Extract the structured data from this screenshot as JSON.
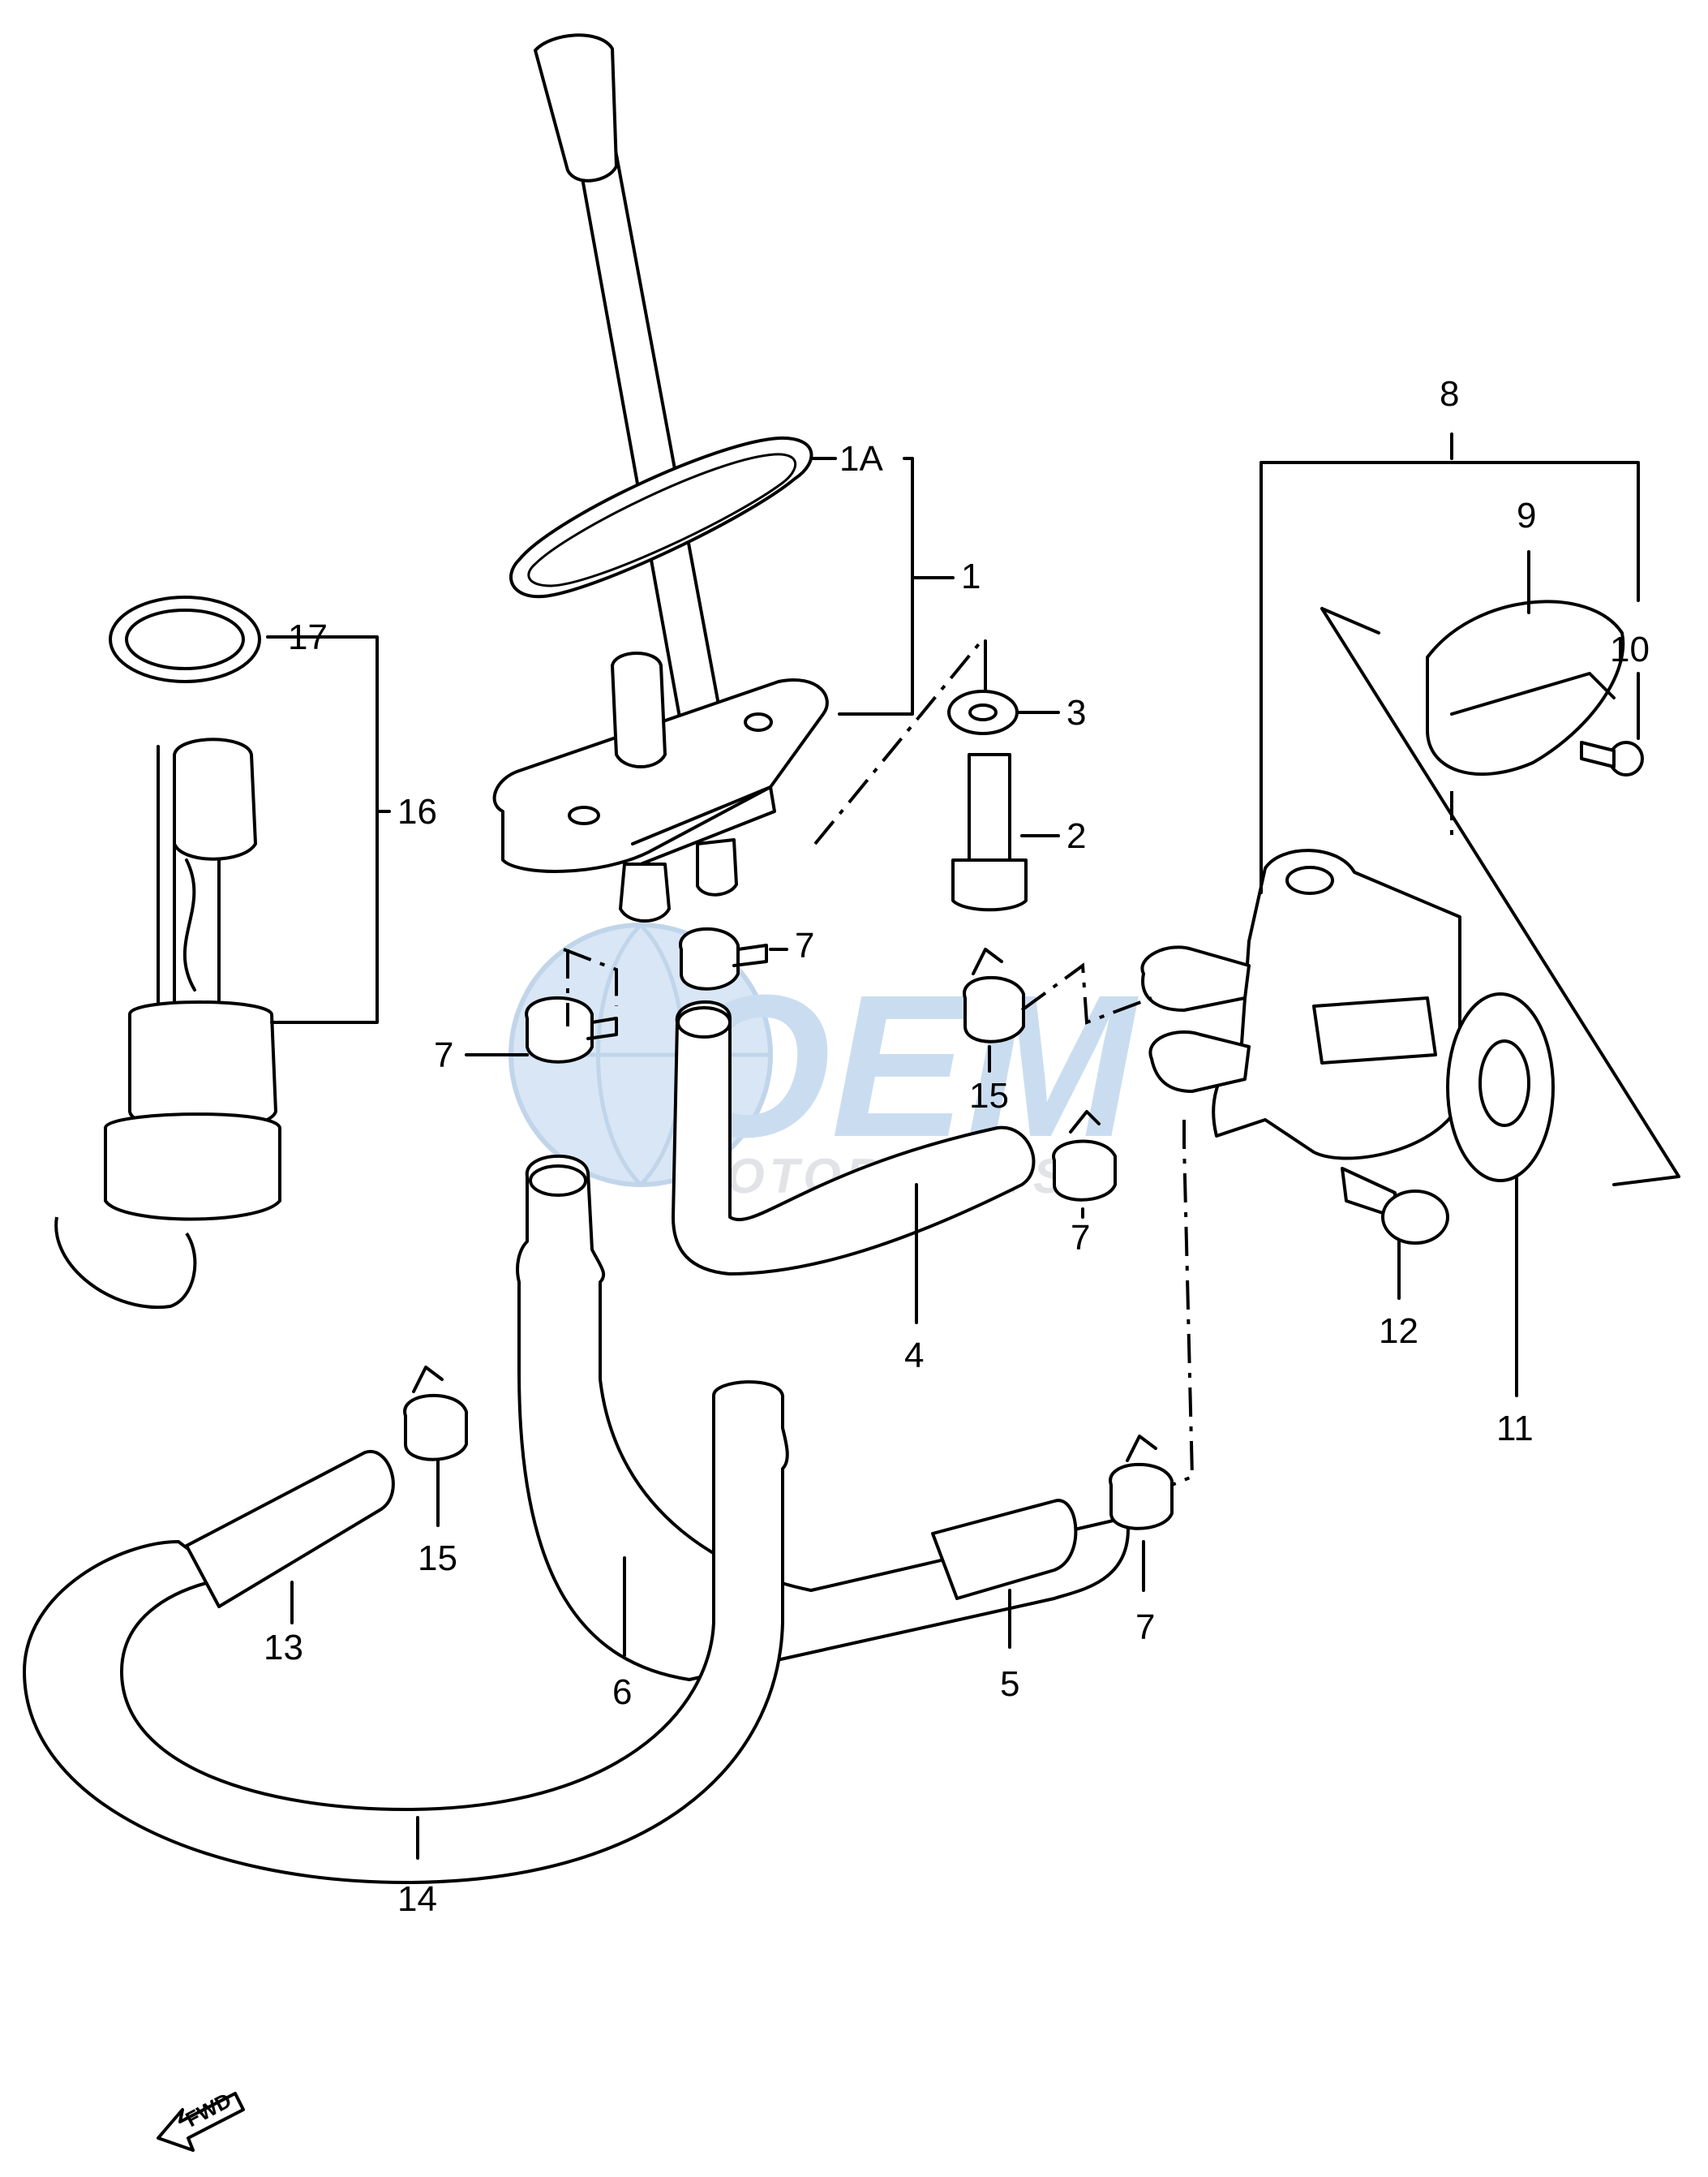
{
  "colors": {
    "line": "#000000",
    "background": "#ffffff",
    "watermark_blue": "#9fc2e4",
    "watermark_grey": "#c9cdd2"
  },
  "watermark": {
    "brand": "OEM",
    "sub": "MOTORPARTS",
    "icon": "globe-icon"
  },
  "fwd_arrow": {
    "label": "FWD",
    "icon": "forward-arrow-icon"
  },
  "callouts": {
    "c1": "1",
    "c1a": "1A",
    "c2": "2",
    "c3": "3",
    "c4": "4",
    "c5": "5",
    "c6": "6",
    "c7a": "7",
    "c7b": "7",
    "c7c": "7",
    "c7d": "7",
    "c8": "8",
    "c9": "9",
    "c10": "10",
    "c11": "11",
    "c12": "12",
    "c13": "13",
    "c14": "14",
    "c15a": "15",
    "c15b": "15",
    "c16": "16",
    "c17": "17"
  }
}
